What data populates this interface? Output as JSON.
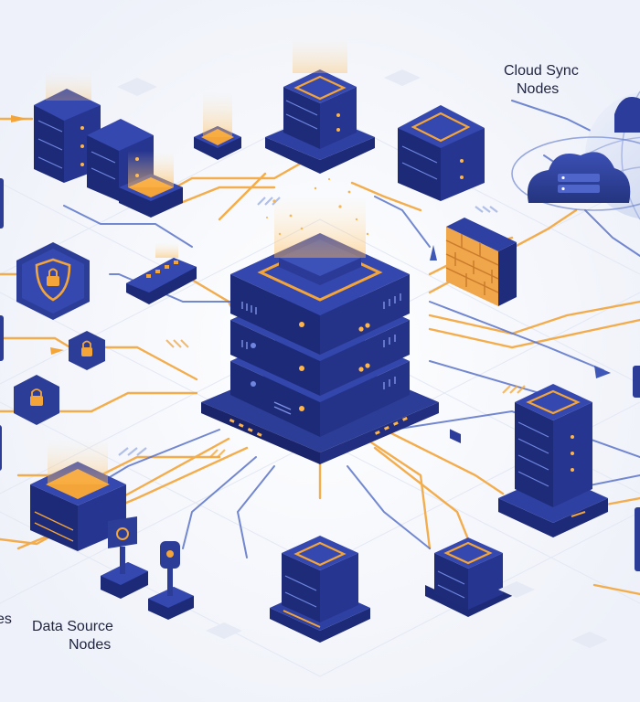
{
  "labels": {
    "cloud_sync_line1": "Cloud Sync",
    "cloud_sync_line2": "Nodes",
    "data_source_line1": "Data Source",
    "data_source_line2": "Nodes",
    "edge_fragment": "es"
  },
  "colors": {
    "navy": "#26368f",
    "navy_dark": "#1b2670",
    "navy_light": "#3b4fb8",
    "orange": "#f3a53a",
    "orange_glow": "#ffd28a",
    "line_blue": "#5b74c9",
    "background": "#f5f7fc"
  },
  "icons": {
    "server": "server-stack-icon",
    "cloud": "cloud-server-icon",
    "shield": "shield-lock-icon",
    "lock": "lock-icon",
    "firewall": "firewall-brick-icon",
    "sensor": "sensor-node-icon",
    "switch": "network-switch-icon"
  }
}
